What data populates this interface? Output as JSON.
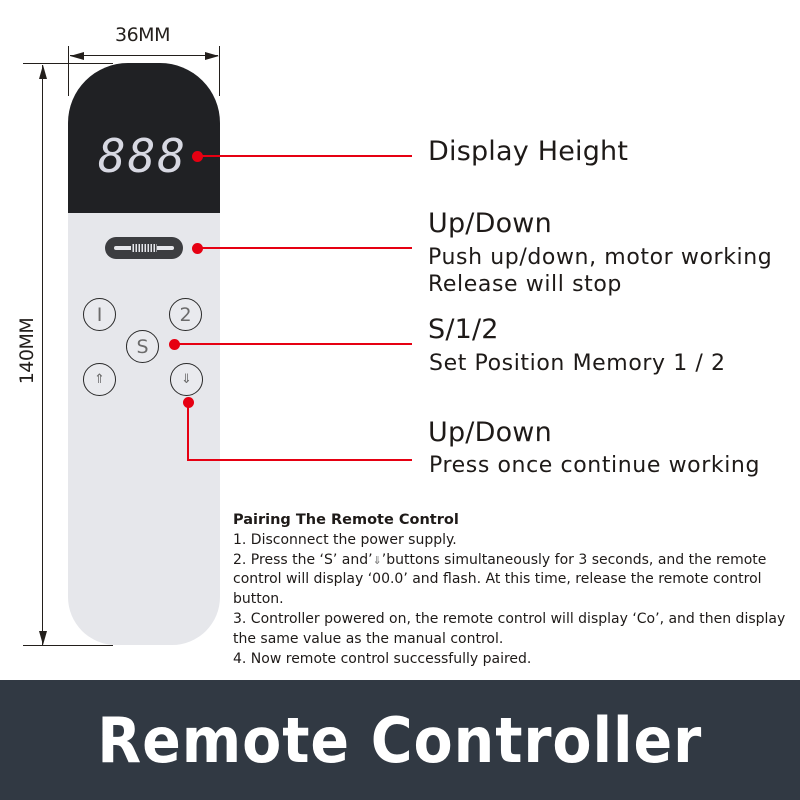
{
  "dimensions": {
    "width_label": "36MM",
    "height_label": "140MM"
  },
  "remote": {
    "display_digits": "888",
    "buttons": [
      {
        "id": "memory-1",
        "label": "I"
      },
      {
        "id": "memory-2",
        "label": "2"
      },
      {
        "id": "set",
        "label": "S"
      },
      {
        "id": "up",
        "label": "⇑",
        "icon": "up-arrow-icon"
      },
      {
        "id": "down",
        "label": "⇓",
        "icon": "down-arrow-icon"
      }
    ],
    "slider_icon": "up-down-rocker-icon"
  },
  "callouts": [
    {
      "title": "Display Height",
      "lines": []
    },
    {
      "title": "Up/Down",
      "lines": [
        "Push up/down, motor working",
        "Release will stop"
      ]
    },
    {
      "title": "S/1/2",
      "lines": [
        "Set Position Memory 1 / 2"
      ]
    },
    {
      "title": "Up/Down",
      "lines": [
        "Press once continue working"
      ]
    }
  ],
  "pairing": {
    "heading": "Pairing The Remote Control",
    "step1": "1. Disconnect the power supply.",
    "step2_a": "2. Press the ‘S’ and’",
    "step2_icon": "down-arrow-icon",
    "step2_b": "’buttons simultaneously for 3 seconds, and the remote control will display ‘00.0’ and flash. At this time, release the remote control button.",
    "step3": "3. Controller powered on, the remote control will display ‘Co’, and then display the same value as the manual control.",
    "step4": "4. Now remote control successfully paired."
  },
  "footer": {
    "title": "Remote Controller"
  },
  "colors": {
    "accent_red": "#e60012",
    "remote_dark": "#202124",
    "remote_light": "#e6e7eb",
    "footer_bg": "#313943",
    "footer_text": "#ffffff"
  }
}
